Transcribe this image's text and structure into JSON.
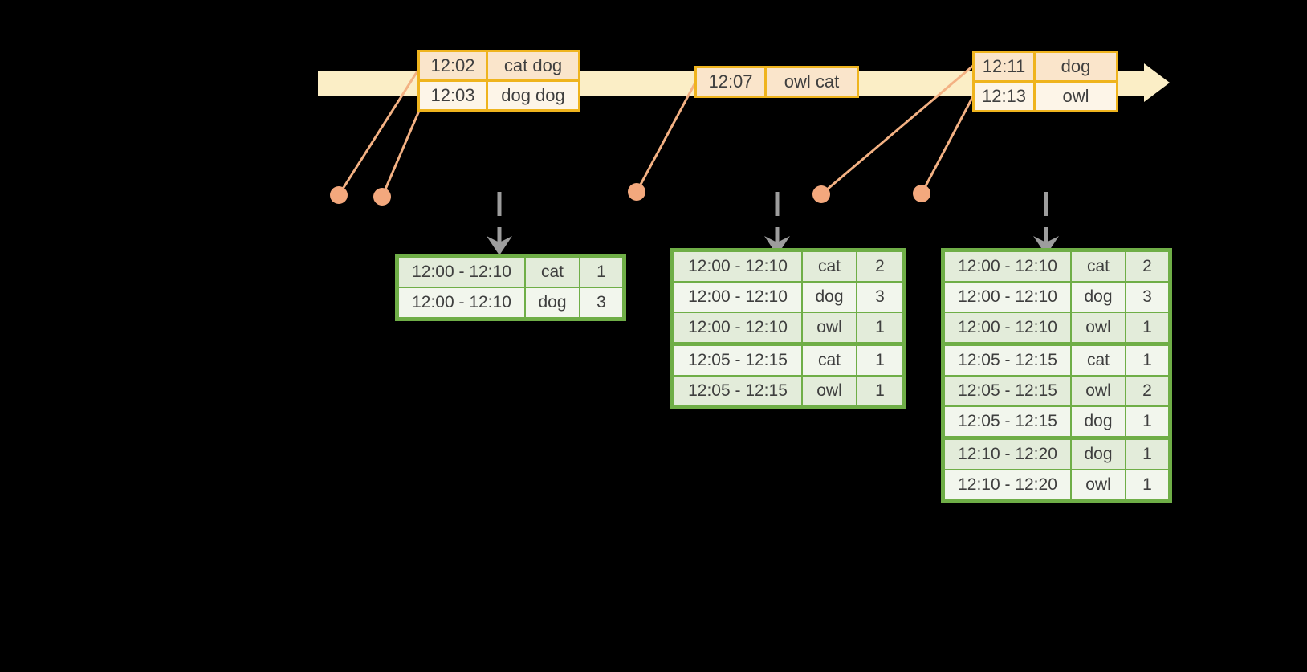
{
  "colors": {
    "background": "#000000",
    "timeline_fill": "#FBEEC6",
    "event_table_border": "#EFB41E",
    "event_row_dark": "#FAE5CB",
    "event_row_light": "#FDF5E8",
    "result_table_border": "#6FAE47",
    "result_row_dark": "#E3ECDA",
    "result_row_light": "#F2F6ED",
    "connector": "#F3B183",
    "trigger_arrow": "#9D9D9D",
    "text": "#3F3F3F"
  },
  "event_tables": [
    {
      "rows": [
        {
          "time": "12:02",
          "words": "cat dog"
        },
        {
          "time": "12:03",
          "words": "dog dog"
        }
      ]
    },
    {
      "rows": [
        {
          "time": "12:07",
          "words": "owl cat"
        }
      ]
    },
    {
      "rows": [
        {
          "time": "12:11",
          "words": "dog"
        },
        {
          "time": "12:13",
          "words": "owl"
        }
      ]
    }
  ],
  "result_tables": [
    {
      "rows": [
        {
          "window": "12:00 - 12:10",
          "word": "cat",
          "count": "1"
        },
        {
          "window": "12:00 - 12:10",
          "word": "dog",
          "count": "3"
        }
      ]
    },
    {
      "rows": [
        {
          "window": "12:00 - 12:10",
          "word": "cat",
          "count": "2"
        },
        {
          "window": "12:00 - 12:10",
          "word": "dog",
          "count": "3"
        },
        {
          "window": "12:00 - 12:10",
          "word": "owl",
          "count": "1"
        },
        {
          "window": "12:05 - 12:15",
          "word": "cat",
          "count": "1"
        },
        {
          "window": "12:05 - 12:15",
          "word": "owl",
          "count": "1"
        }
      ]
    },
    {
      "rows": [
        {
          "window": "12:00 - 12:10",
          "word": "cat",
          "count": "2"
        },
        {
          "window": "12:00 - 12:10",
          "word": "dog",
          "count": "3"
        },
        {
          "window": "12:00 - 12:10",
          "word": "owl",
          "count": "1"
        },
        {
          "window": "12:05 - 12:15",
          "word": "cat",
          "count": "1"
        },
        {
          "window": "12:05 - 12:15",
          "word": "owl",
          "count": "2"
        },
        {
          "window": "12:05 - 12:15",
          "word": "dog",
          "count": "1"
        },
        {
          "window": "12:10 - 12:20",
          "word": "dog",
          "count": "1"
        },
        {
          "window": "12:10 - 12:20",
          "word": "owl",
          "count": "1"
        }
      ]
    }
  ]
}
